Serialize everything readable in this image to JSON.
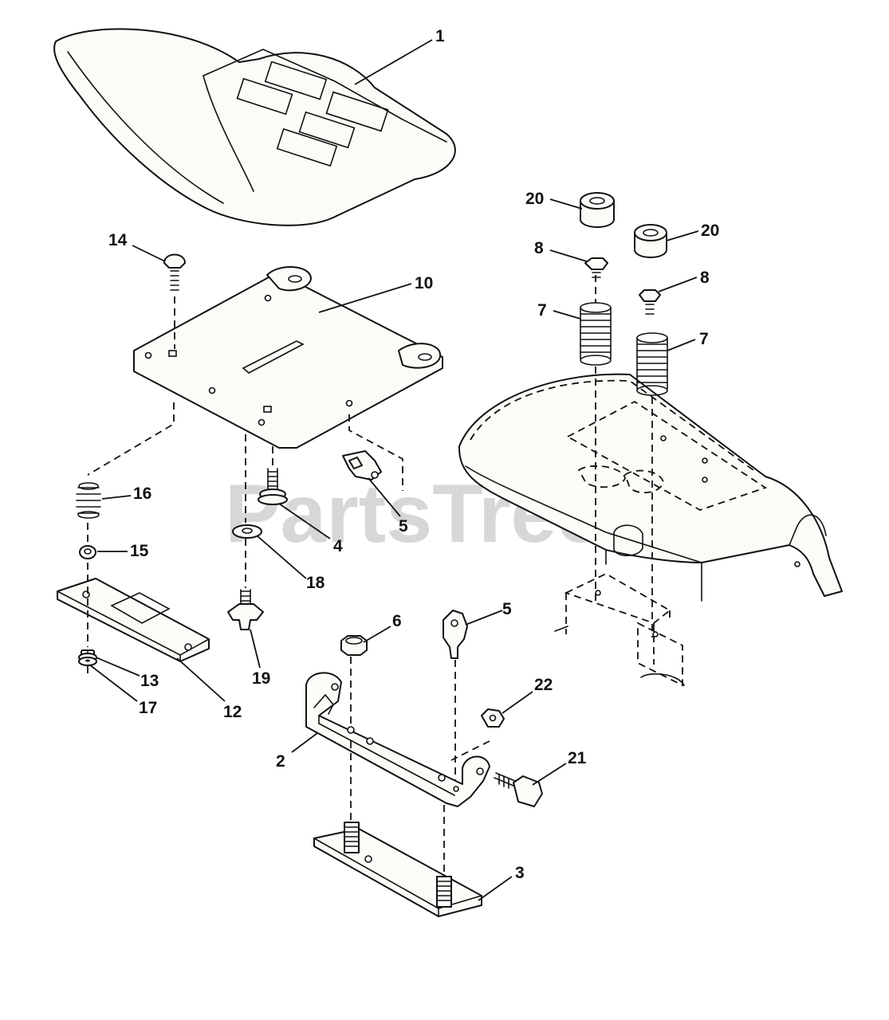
{
  "watermark": "PartsTree",
  "callouts": {
    "seat": "1",
    "seat_pan": "10",
    "bolt_14": "14",
    "spring_16": "16",
    "spacer_15": "15",
    "bracket_12": "12",
    "nut_13": "13",
    "washer_17": "17",
    "stud_4": "4",
    "clip_5_upper": "5",
    "washer_18": "18",
    "knob_19": "19",
    "nut_6": "6",
    "clip_5_lower": "5",
    "pivot_bracket_2": "2",
    "nut_22": "22",
    "bolt_21": "21",
    "plate_3": "3",
    "bushing_20_left": "20",
    "bushing_20_right": "20",
    "bolt_8_left": "8",
    "bolt_8_right": "8",
    "spring_7_left": "7",
    "spring_7_right": "7"
  },
  "colors": {
    "line": "#111111",
    "part_fill": "#fcfbf7",
    "watermark": "#c9c9c9"
  }
}
